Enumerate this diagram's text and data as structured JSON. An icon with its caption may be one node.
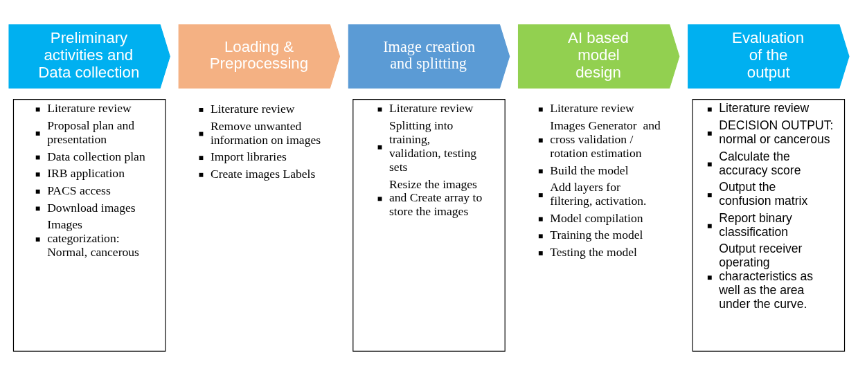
{
  "diagram": {
    "nodes": [
      {
        "text": [
          "Preliminary activities and Data collection"
        ]
      },
      {
        "text": [
          "Loading & Preprocessing"
        ]
      },
      {
        "text": [
          "Image creation and splitting"
        ]
      },
      {
        "text": [
          "AI based model design"
        ]
      },
      {
        "text": [
          "Evaluation of the output"
        ]
      },
      {
        "text": [
          "Literature review",
          "Proposal plan and presentation",
          "Data collection plan",
          "IRB application",
          "PACS access",
          "Download images",
          "Images categorization: Normal, cancerous"
        ]
      },
      {
        "text": [
          "Literature review",
          "Remove unwanted information on images",
          "Import libraries",
          "Create images Labels"
        ]
      },
      {
        "text": [
          "Literature review",
          "Splitting into training, validation, testing sets",
          "Resize the images and Create array to store the images"
        ]
      },
      {
        "text": [
          "Literature review",
          "Images Generator  and cross validation / rotation estimation",
          "Build the model",
          "Add layers for filtering, activation.",
          "Model compilation",
          "Training the model",
          "Testing the model"
        ]
      },
      {
        "text": [
          "Literature review",
          "DECISION OUTPUT: normal or cancerous",
          "Calculate the accuracy score",
          "Output the confusion matrix",
          "Report binary classification",
          "Output receiver operating characteristics as well as the area under the curve."
        ]
      }
    ]
  }
}
